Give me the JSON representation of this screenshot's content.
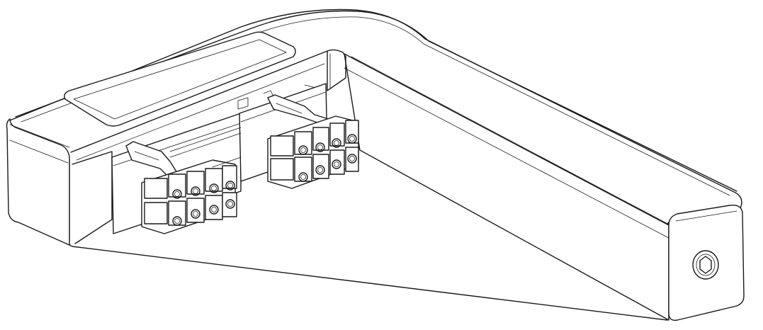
{
  "drawing": {
    "background": "#ffffff",
    "line_color": "#1a1a1a",
    "connectors": [
      {
        "name": "left-connector",
        "rows": 2,
        "cols": 4
      },
      {
        "name": "right-connector",
        "rows": 2,
        "cols": 4
      }
    ]
  }
}
